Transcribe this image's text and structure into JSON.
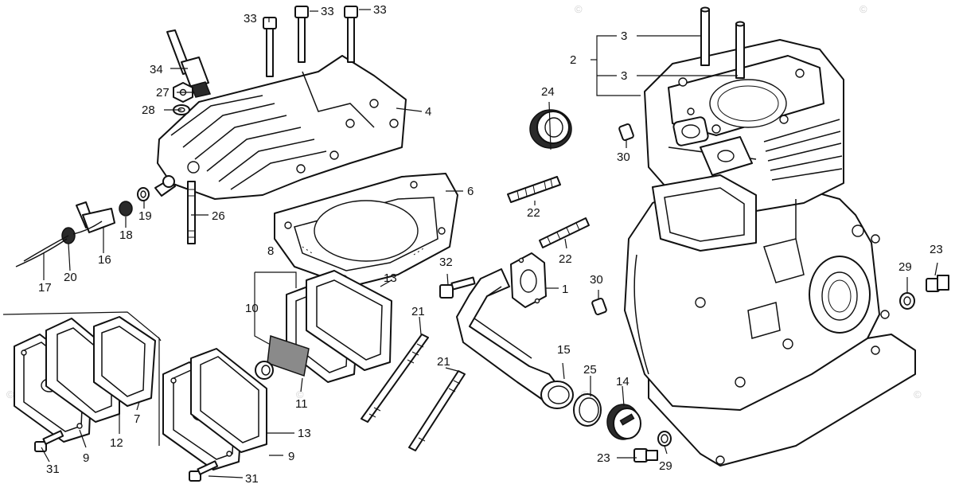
{
  "callouts": {
    "c1": "1",
    "c2": "2",
    "c3a": "3",
    "c3b": "3",
    "c4": "4",
    "c6": "6",
    "c7": "7",
    "c8": "8",
    "c9a": "9",
    "c9b": "9",
    "c10": "10",
    "c11": "11",
    "c12": "12",
    "c13a": "13",
    "c13b": "13",
    "c14": "14",
    "c15": "15",
    "c16": "16",
    "c17": "17",
    "c18": "18",
    "c19": "19",
    "c20": "20",
    "c21a": "21",
    "c21b": "21",
    "c22a": "22",
    "c22b": "22",
    "c23a": "23",
    "c23b": "23",
    "c24": "24",
    "c25": "25",
    "c26": "26",
    "c27": "27",
    "c28": "28",
    "c29a": "29",
    "c29b": "29",
    "c30a": "30",
    "c30b": "30",
    "c31a": "31",
    "c31b": "31",
    "c32": "32",
    "c33a": "33",
    "c33b": "33",
    "c33c": "33",
    "c34": "34"
  },
  "watermark": {
    "copyright_symbol": "©"
  }
}
